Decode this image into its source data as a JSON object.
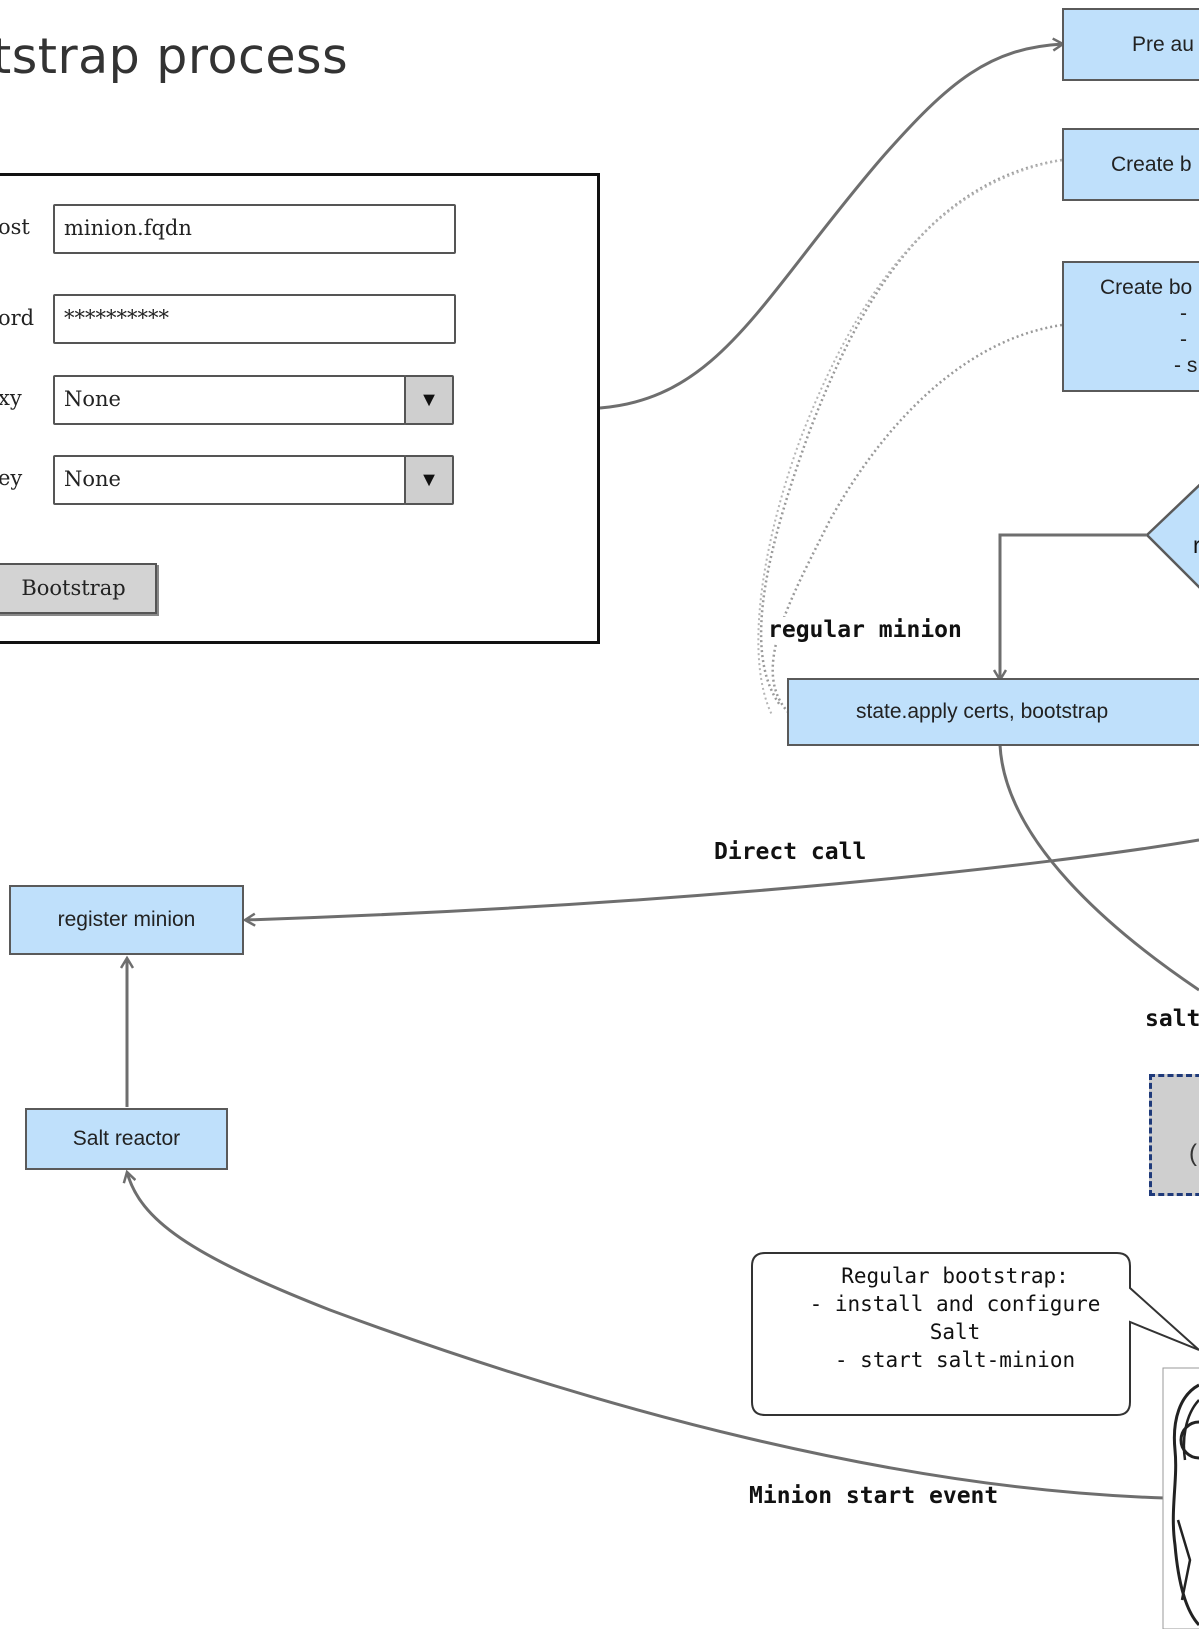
{
  "title": "tstrap process",
  "form": {
    "fields": [
      {
        "label": "ost",
        "value": "minion.fqdn"
      },
      {
        "label": "ord",
        "value": "**********"
      },
      {
        "label": "xy",
        "value": "None",
        "dropdown_icon": "triangle-down-icon"
      },
      {
        "label": "ey",
        "value": "None",
        "dropdown_icon": "triangle-down-icon"
      }
    ],
    "button_label": "Bootstrap"
  },
  "boxes": {
    "pre_auth": "Pre au",
    "create_b1": "Create b",
    "create_b2": [
      "Create bo",
      "-",
      "-",
      "- s"
    ],
    "state_apply": "state.apply certs, bootstrap",
    "register_minion": "register minion",
    "salt_reactor": "Salt reactor"
  },
  "labels": {
    "regular_minion": "regular minion",
    "direct_call": "Direct call",
    "salt_cut": "salt",
    "minion_start_event": "Minion start event",
    "decision_cut": "r",
    "dashed_cut": "("
  },
  "callout": {
    "lines": [
      "Regular bootstrap:",
      "- install and configure",
      "Salt",
      "- start salt-minion"
    ]
  },
  "colors": {
    "box_fill": "#bfe0fb",
    "box_border": "#5a5a5a",
    "connector": "#6e6e6e",
    "dashed_border": "#1f3a7a",
    "dashed_fill": "#cfcfcf"
  },
  "icons": {
    "robot": "robot-illustration"
  }
}
